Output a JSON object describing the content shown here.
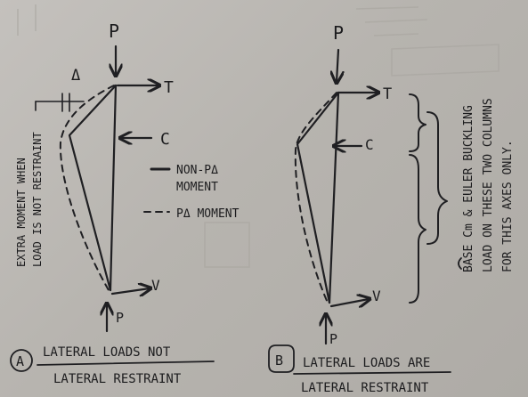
{
  "diagram_a": {
    "load_top": "P",
    "load_bottom": "P",
    "force_top": "T",
    "force_mid": "C",
    "force_bottom": "V",
    "delta": "Δ",
    "side_note_line1": "EXTRA MOMENT WHEN",
    "side_note_line2": "LOAD IS NOT RESTRAINT",
    "legend_solid_line1": "NON-PΔ",
    "legend_solid_line2": "MOMENT",
    "legend_dash": "PΔ MOMENT",
    "caption_marker": "A",
    "caption_line1": "LATERAL LOADS NOT",
    "caption_line2": "LATERAL RESTRAINT"
  },
  "diagram_b": {
    "load_top": "P",
    "load_bottom": "P",
    "force_top": "T",
    "force_mid": "C",
    "force_bottom": "V",
    "side_note_line1": "BASE Cm & EULER BUCKLING",
    "side_note_line2": "LOAD ON THESE TWO COLUMNS",
    "side_note_line3": "FOR THIS AXES ONLY.",
    "caption_marker": "B",
    "caption_line1": "LATERAL LOADS ARE",
    "caption_line2": "LATERAL RESTRAINT"
  }
}
